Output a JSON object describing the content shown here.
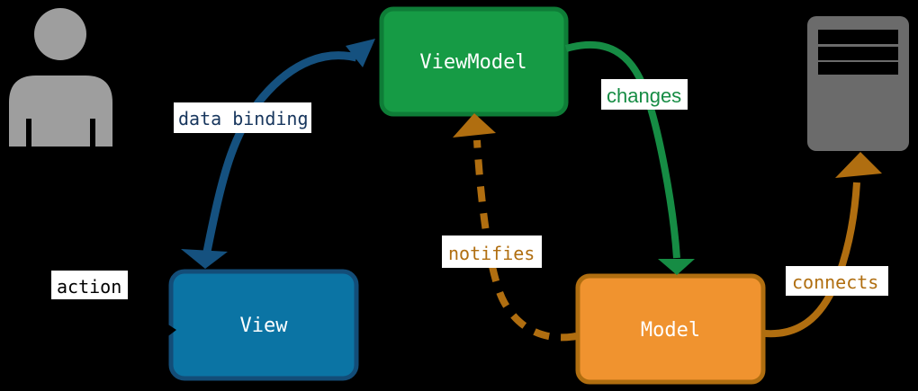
{
  "background": "#000000",
  "label_chip_bg": "#ffffff",
  "nodes": {
    "viewmodel": {
      "label": "ViewModel",
      "fill": "#169b45",
      "border": "#0e7d37",
      "text_color": "#ffffff"
    },
    "view": {
      "label": "View",
      "fill": "#0b74a4",
      "border": "#134d78",
      "text_color": "#ffffff"
    },
    "model": {
      "label": "Model",
      "fill": "#f0932f",
      "border": "#b06e10",
      "text_color": "#ffffff"
    }
  },
  "edges": {
    "data_binding": {
      "label": "data binding",
      "color": "#15517f",
      "text_color": "#17365d",
      "style": "solid",
      "from": "View",
      "to": "ViewModel",
      "bidirectional": true
    },
    "changes": {
      "label": "changes",
      "color": "#168c44",
      "text_color": "#168c44",
      "style": "solid",
      "from": "ViewModel",
      "to": "Model"
    },
    "notifies": {
      "label": "notifies",
      "color": "#b06e10",
      "text_color": "#b06e10",
      "style": "dashed",
      "from": "Model",
      "to": "ViewModel"
    },
    "connects": {
      "label": "connects",
      "color": "#b06e10",
      "text_color": "#b06e10",
      "style": "solid",
      "from": "Model",
      "to": "server"
    },
    "action": {
      "label": "action",
      "color": "#000000",
      "text_color": "#000000",
      "style": "solid",
      "from": "user",
      "to": "View"
    }
  },
  "icons": {
    "user": {
      "color": "#9e9e9e"
    },
    "server": {
      "color": "#6b6b6b",
      "slot_color": "#000000"
    }
  }
}
